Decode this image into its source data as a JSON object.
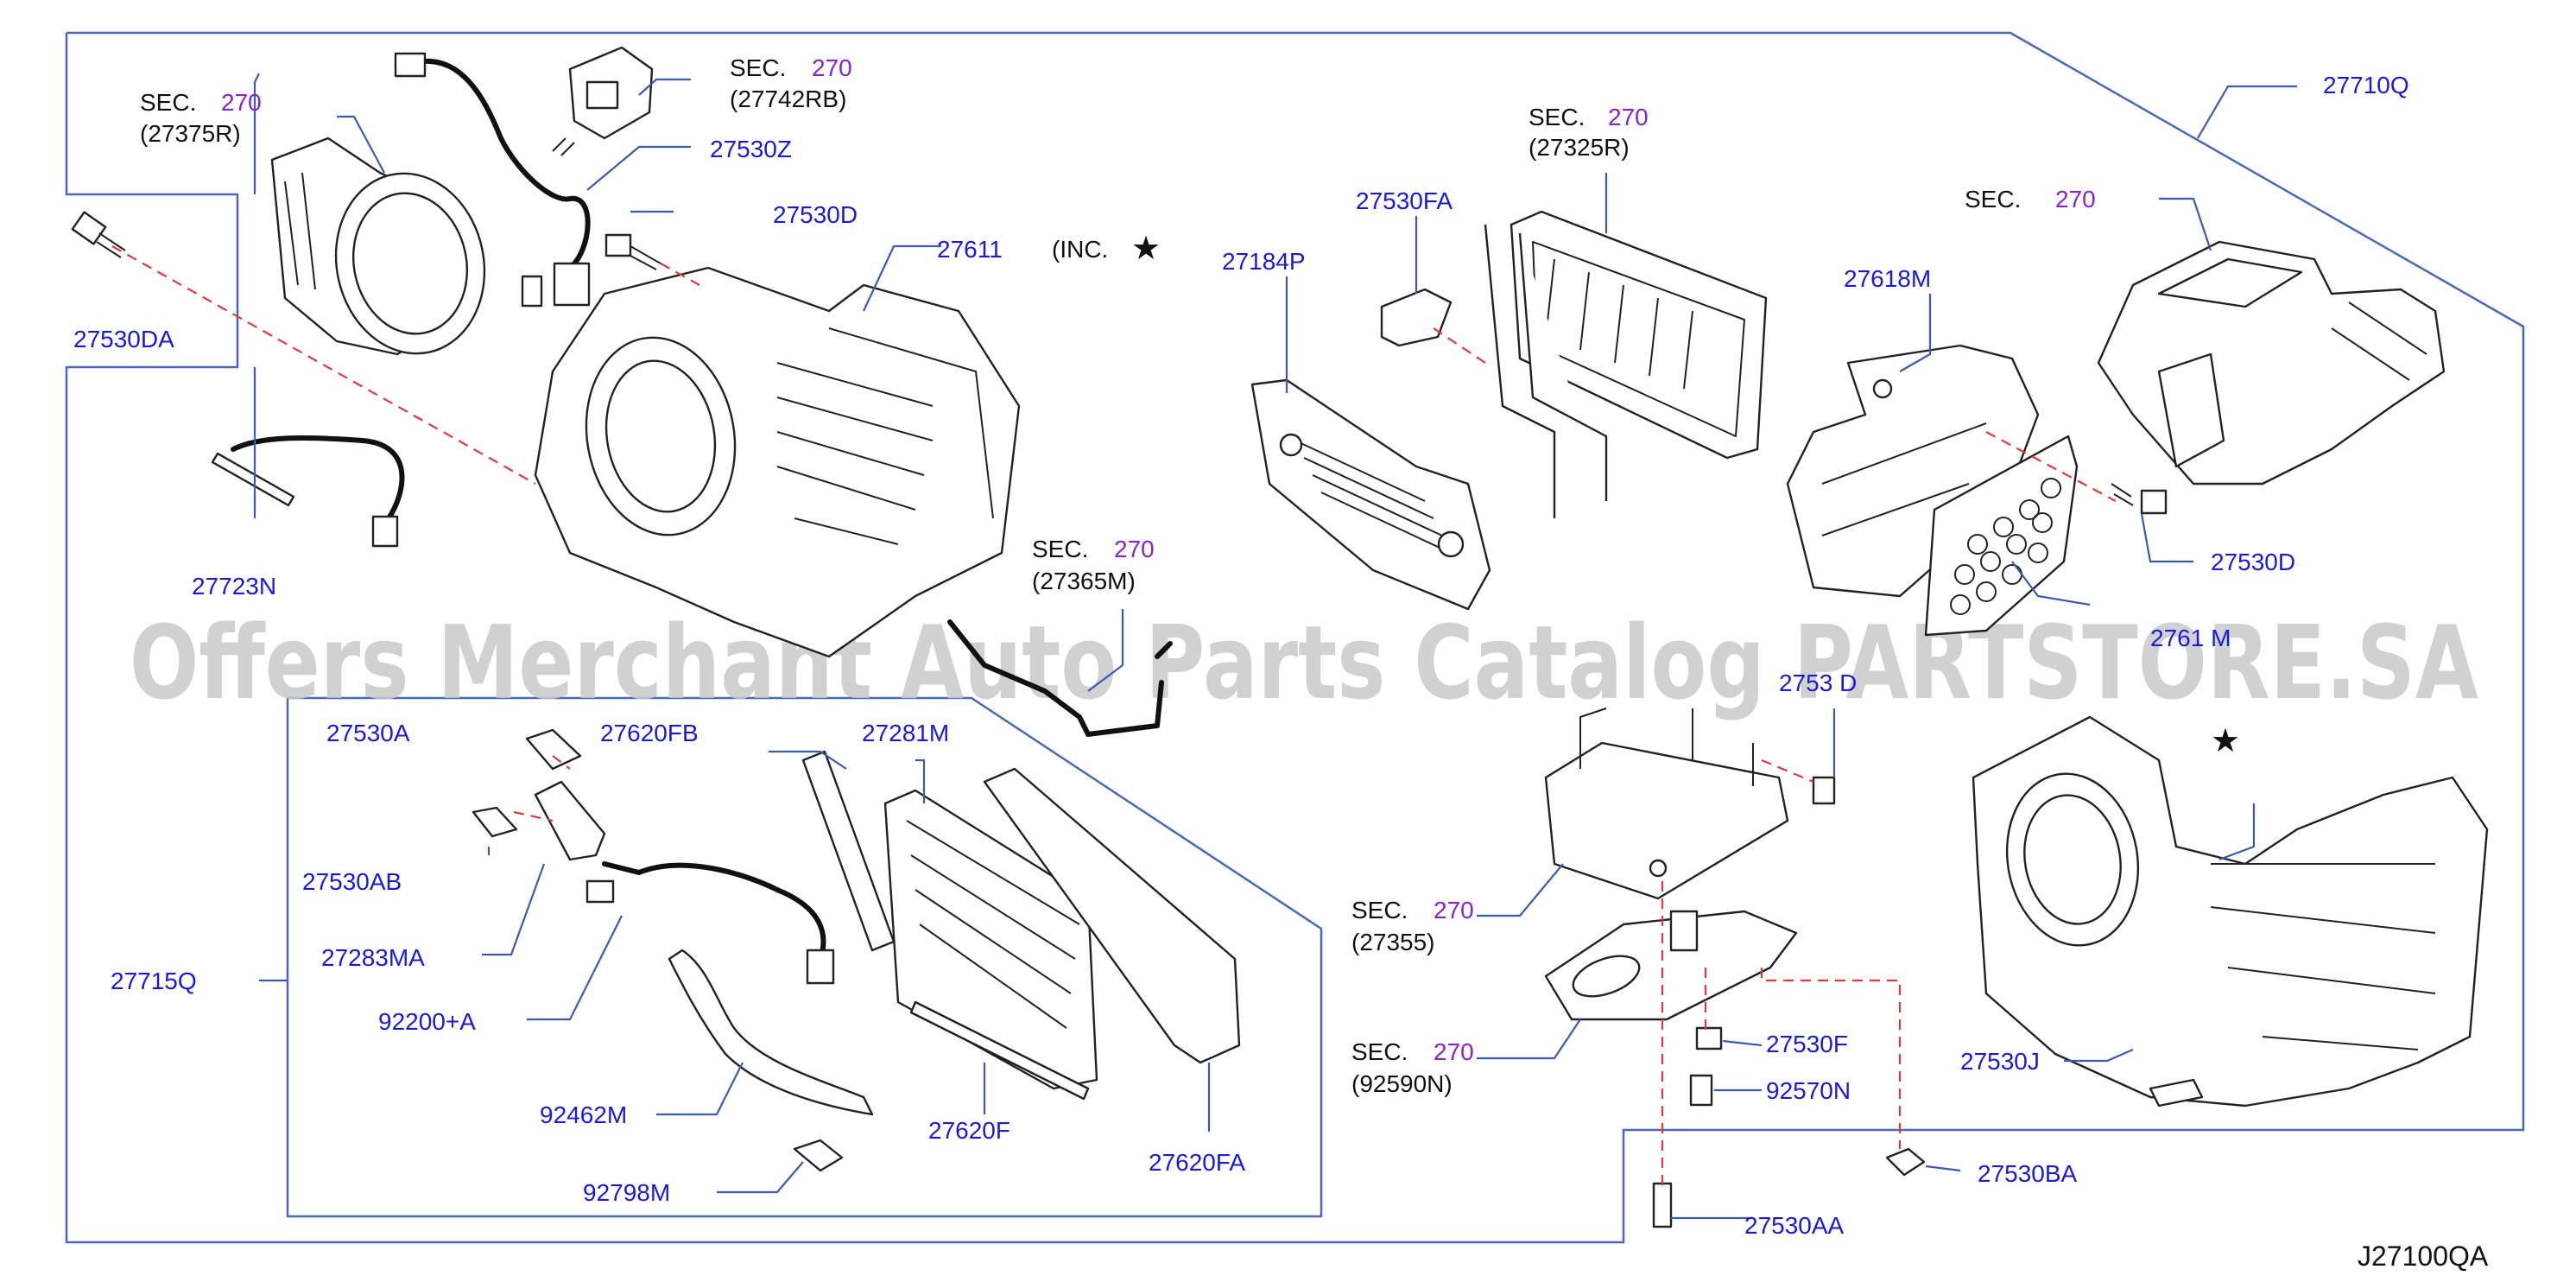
{
  "diagram_code": "J27100QA",
  "watermark": "Offers Merchant Auto Parts Catalog PARTSTORE.SA",
  "sec_prefix": "SEC.",
  "sec_number": "270",
  "inc_note": "(INC.",
  "star_symbol": "★",
  "colors": {
    "label": "#1a1ad8",
    "sec_number": "#8a22d0",
    "leader": "#3b5bb0",
    "dashed": "#e23a3a"
  },
  "sec_refs": {
    "r27375R": "(27375R)",
    "r27742RB": "(27742RB)",
    "r27325R": "(27325R)",
    "r27365M": "(27365M)",
    "r27355": "(27355)",
    "r92590N": "(92590N)"
  },
  "labels": {
    "p27530DA": "27530DA",
    "p27530Z": "27530Z",
    "p27530D_top": "27530D",
    "p27611": "27611",
    "p27723N": "27723N",
    "p27530FA": "27530FA",
    "p27184P": "27184P",
    "p27710Q": "27710Q",
    "p27618M": "27618M",
    "p27530D_right": "27530D",
    "p27621M_partial": "2761 M",
    "p27530D_mid_partial": "2753 D",
    "p27530A": "27530A",
    "p27620FB": "27620FB",
    "p27281M": "27281M",
    "p27530AB": "27530AB",
    "p27283MA": "27283MA",
    "p27715Q": "27715Q",
    "p92200A": "92200+A",
    "p92462M": "92462M",
    "p92798M": "92798M",
    "p27620F": "27620F",
    "p27620FA": "27620FA",
    "p27530F": "27530F",
    "p92570N": "92570N",
    "p27530BA": "27530BA",
    "p27530AA": "27530AA",
    "p27530J": "27530J"
  }
}
